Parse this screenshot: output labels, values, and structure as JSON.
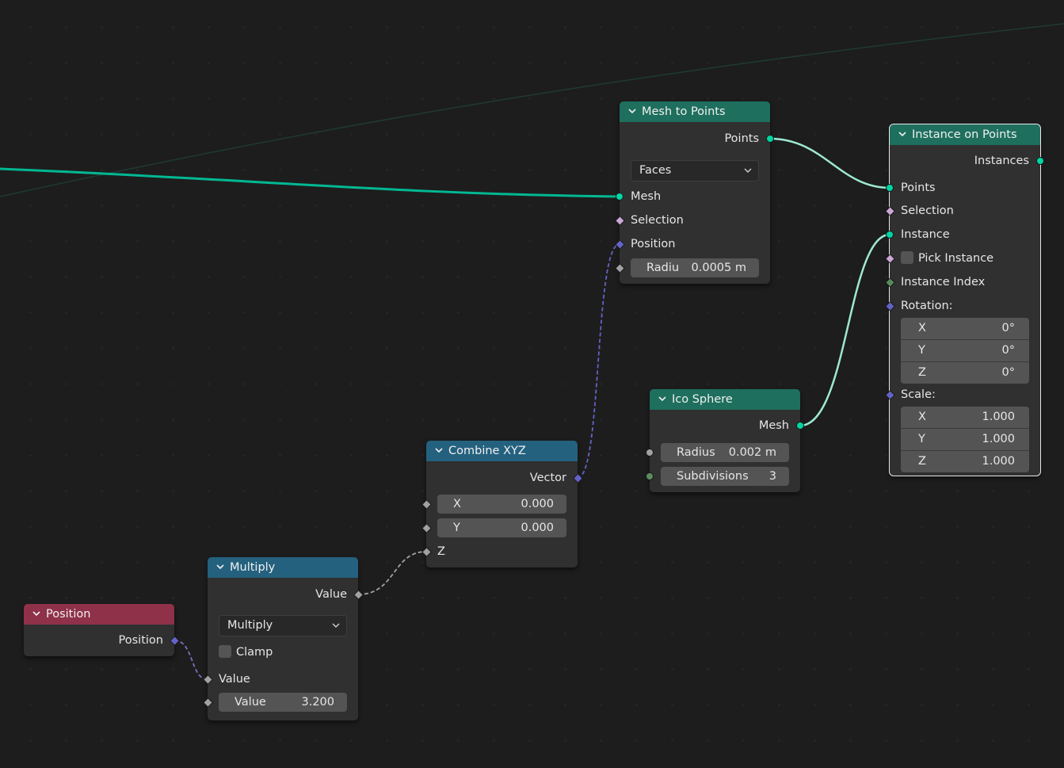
{
  "colors": {
    "background": "#1d1d1d",
    "node_body": "#303030",
    "geometry_header": "#1e6f5e",
    "converter_header": "#24617f",
    "input_header": "#8f3148",
    "geometry_socket": "#00d6a3",
    "boolean_socket": "#cca6d6",
    "vector_socket": "#6363c7",
    "float_socket": "#a1a1a1",
    "integer_socket": "#598c5c"
  },
  "nodes": {
    "mesh_to_points": {
      "title": "Mesh to Points",
      "out_points": "Points",
      "mode": "Faces",
      "in_mesh": "Mesh",
      "in_selection": "Selection",
      "in_position": "Position",
      "radius_label": "Radiu",
      "radius_value": "0.0005 m"
    },
    "instance_on_points": {
      "title": "Instance on Points",
      "out_instances": "Instances",
      "in_points": "Points",
      "in_selection": "Selection",
      "in_instance": "Instance",
      "pick_instance": "Pick Instance",
      "instance_index": "Instance Index",
      "rotation_label": "Rotation:",
      "rotation": [
        {
          "axis": "X",
          "value": "0°"
        },
        {
          "axis": "Y",
          "value": "0°"
        },
        {
          "axis": "Z",
          "value": "0°"
        }
      ],
      "scale_label": "Scale:",
      "scale": [
        {
          "axis": "X",
          "value": "1.000"
        },
        {
          "axis": "Y",
          "value": "1.000"
        },
        {
          "axis": "Z",
          "value": "1.000"
        }
      ]
    },
    "ico_sphere": {
      "title": "Ico Sphere",
      "out_mesh": "Mesh",
      "radius_label": "Radius",
      "radius_value": "0.002 m",
      "subdiv_label": "Subdivisions",
      "subdiv_value": "3"
    },
    "combine_xyz": {
      "title": "Combine XYZ",
      "out_vector": "Vector",
      "x_label": "X",
      "x_value": "0.000",
      "y_label": "Y",
      "y_value": "0.000",
      "z_label": "Z"
    },
    "multiply": {
      "title": "Multiply",
      "out_value": "Value",
      "operation": "Multiply",
      "clamp": "Clamp",
      "in_value": "Value",
      "value_label": "Value",
      "value_value": "3.200"
    },
    "position": {
      "title": "Position",
      "out_position": "Position"
    }
  }
}
